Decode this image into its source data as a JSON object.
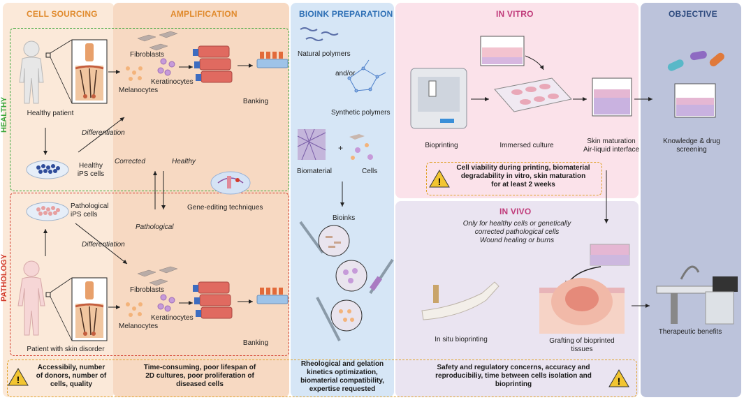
{
  "titles": {
    "cell_sourcing": "CELL SOURCING",
    "amplification": "AMPLIFICATION",
    "bioink": "BIOINK PREPARATION",
    "in_vitro": "IN VITRO",
    "objective": "OBJECTIVE",
    "in_vivo": "IN VIVO",
    "healthy": "HEALTHY",
    "pathology": "PATHOLOGY"
  },
  "labels": {
    "healthy_patient": "Healthy patient",
    "healthy_ips": "Healthy\niPS cells",
    "differentiation_top": "Differentiation",
    "differentiation_bottom": "Differentiation",
    "corrected": "Corrected",
    "healthy_arrow": "Healthy",
    "pathological": "Pathological",
    "gene_editing": "Gene-editing techniques",
    "pathological_ips": "Pathological\niPS cells",
    "patient_disorder": "Patient with skin disorder",
    "fibroblasts_top": "Fibroblasts",
    "melanocytes_top": "Melanocytes",
    "keratinocytes_top": "Keratinocytes",
    "banking_top": "Banking",
    "fibroblasts_bottom": "Fibroblasts",
    "melanocytes_bottom": "Melanocytes",
    "keratinocytes_bottom": "Keratinocytes",
    "banking_bottom": "Banking",
    "natural_polymers": "Natural polymers",
    "andor": "and/or",
    "synthetic_polymers": "Synthetic polymers",
    "biomaterial": "Biomaterial",
    "plus": "+",
    "cells": "Cells",
    "bioinks": "Bioinks",
    "bioprinting": "Bioprinting",
    "immersed_culture": "Immersed culture",
    "skin_maturation": "Skin maturation\nAir-liquid interface",
    "knowledge": "Knowledge & drug\nscreening",
    "invivo_note": "Only for healthy cells or genetically\ncorrected pathological cells\nWound healing or burns",
    "in_situ": "In situ bioprinting",
    "grafting": "Grafting of bioprinted\ntissues",
    "therapeutic": "Therapeutic benefits"
  },
  "warnings": {
    "in_vitro": "Cell viability during printing, biomaterial\ndegradability in vitro, skin maturation\nfor at least 2 weeks",
    "sourcing": "Accessibily, number\nof donors, number of\ncells, quality",
    "amplification": "Time-consuming, poor lifespan of\n2D cultures, poor proliferation of\ndiseased cells",
    "bioink": "Rheological and gelation\nkinetics optimization,\nbiomaterial compatibility,\nexpertise requested",
    "invivo": "Safety and regulatory concerns, accuracy and\nreproducibiliy, time between cells isolation and\nbioprinting"
  },
  "colors": {
    "cell_sourcing_bg": "#fbe9d9",
    "amplification_bg": "#f7d9c2",
    "bioink_bg": "#d6e6f6",
    "in_vitro_bg": "#fbe2ea",
    "in_vivo_bg": "#eae4f1",
    "objective_bg": "#bcc3db",
    "title_orange": "#e08a2c",
    "title_blue": "#2d6fb5",
    "title_pink": "#c03a7a",
    "title_navy": "#2d4a7e",
    "healthy_green": "#3aa63a",
    "pathology_red": "#d23a2a",
    "warning_yellow": "#f2c531"
  },
  "icons": [
    "warning-icon",
    "human-figure-icon",
    "skin-section-icon",
    "petri-dish-icon",
    "culture-flask-icon",
    "tube-rack-icon",
    "bioprinter-icon",
    "well-plate-icon",
    "transwell-icon",
    "syringe-icon",
    "pill-icon",
    "hospital-bed-icon",
    "plasmid-icon"
  ]
}
